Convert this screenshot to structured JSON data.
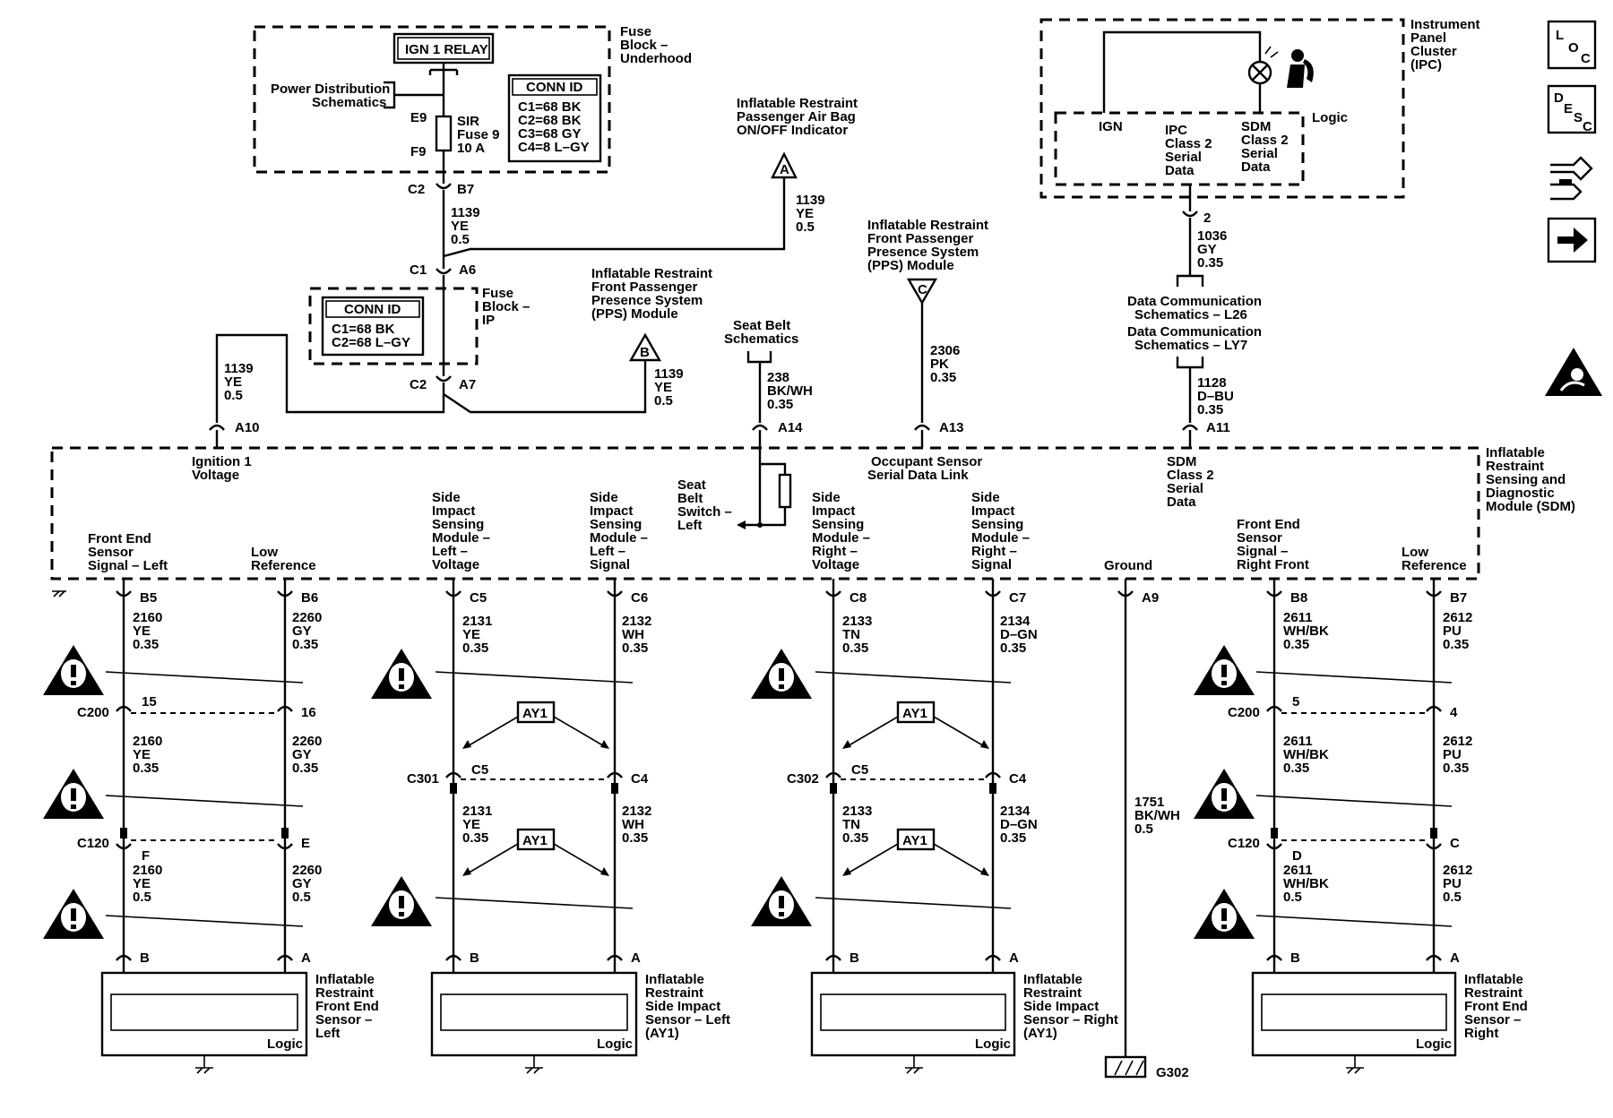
{
  "relay": {
    "label": "IGN 1 RELAY"
  },
  "fuse_block_uh": {
    "lines": [
      "Fuse",
      "Block –",
      "Underhood"
    ]
  },
  "pds": {
    "lines": [
      "Power Distribution",
      "Schematics"
    ]
  },
  "conn_id_uh": {
    "title": "CONN ID",
    "lines": [
      "C1=68 BK",
      "C2=68 BK",
      "C3=68 GY",
      "C4=8 L–GY"
    ]
  },
  "fuse": {
    "top_pin": "E9",
    "bottom_pin": "F9",
    "lines": [
      "SIR",
      "Fuse 9",
      "10 A"
    ]
  },
  "fuse_block_ip": {
    "lines": [
      "Fuse",
      "Block –",
      "IP"
    ]
  },
  "conn_id_ip": {
    "title": "CONN ID",
    "lines": [
      "C1=68 BK",
      "C2=68 L–GY"
    ]
  },
  "ipc": {
    "lines": [
      "Instrument",
      "Panel",
      "Cluster",
      "(IPC)"
    ],
    "logic": "Logic",
    "ign": "IGN",
    "ipc_data": [
      "IPC",
      "Class 2",
      "Serial",
      "Data"
    ],
    "sdm_data": [
      "SDM",
      "Class 2",
      "Serial",
      "Data"
    ],
    "pin": "2"
  },
  "sdm": {
    "lines": [
      "Inflatable",
      "Restraint",
      "Sensing and",
      "Diagnostic",
      "Module (SDM)"
    ]
  },
  "labels": {
    "airbag_indicator": [
      "Inflatable Restraint",
      "Passenger Air Bag",
      "ON/OFF Indicator"
    ],
    "pps_b": [
      "Inflatable Restraint",
      "Front Passenger",
      "Presence System",
      "(PPS) Module"
    ],
    "pps_c": [
      "Inflatable Restraint",
      "Front Passenger",
      "Presence System",
      "(PPS) Module"
    ],
    "seat_belt_sch": [
      "Seat Belt",
      "Schematics"
    ],
    "data_comm_1": [
      "Data Communication",
      "Schematics – L26"
    ],
    "data_comm_2": [
      "Data Communication",
      "Schematics – LY7"
    ],
    "ign1_voltage": [
      "Ignition 1",
      "Voltage"
    ],
    "occ_sensor": [
      "Occupant Sensor",
      "Serial Data Link"
    ],
    "sdm_class2": [
      "SDM",
      "Class 2",
      "Serial",
      "Data"
    ],
    "seat_belt_switch": [
      "Seat",
      "Belt",
      "Switch –",
      "Left"
    ],
    "fe_left": [
      "Front End",
      "Sensor",
      "Signal – Left"
    ],
    "low_ref_1": [
      "Low",
      "Reference"
    ],
    "sis_lv": [
      "Side",
      "Impact",
      "Sensing",
      "Module –",
      "Left –",
      "Voltage"
    ],
    "sis_ls": [
      "Side",
      "Impact",
      "Sensing",
      "Module –",
      "Left –",
      "Signal"
    ],
    "sis_rv": [
      "Side",
      "Impact",
      "Sensing",
      "Module –",
      "Right –",
      "Voltage"
    ],
    "sis_rs": [
      "Side",
      "Impact",
      "Sensing",
      "Module –",
      "Right –",
      "Signal"
    ],
    "ground": "Ground",
    "fe_right": [
      "Front End",
      "Sensor",
      "Signal –",
      "Right Front"
    ],
    "low_ref_2": [
      "Low",
      "Reference"
    ]
  },
  "offpage": {
    "a": "A",
    "b": "B",
    "c": "C"
  },
  "connectors": {
    "c2_b7": [
      "C2",
      "B7"
    ],
    "c1_a6": [
      "C1",
      "A6"
    ],
    "c2_a7": [
      "C2",
      "A7"
    ],
    "a10": "A10",
    "a14": "A14",
    "a13": "A13",
    "a11": "A11",
    "b5": "B5",
    "b6": "B6",
    "c5": "C5",
    "c6": "C6",
    "c8": "C8",
    "c7": "C7",
    "a9": "A9",
    "b8": "B8",
    "b7": "B7",
    "c200": "C200",
    "c120": "C120",
    "c301": "C301",
    "c302": "C302",
    "p15": "15",
    "p16": "16",
    "pF": "F",
    "pE": "E",
    "pC5": "C5",
    "pC4": "C4",
    "p5": "5",
    "p4": "4",
    "pD": "D",
    "pC": "C",
    "pB": "B",
    "pA": "A"
  },
  "wires": {
    "w1139_fuse": [
      "1139",
      "YE",
      "0.5"
    ],
    "w1139_a": [
      "1139",
      "YE",
      "0.5"
    ],
    "w1139_left": [
      "1139",
      "YE",
      "0.5"
    ],
    "w1139_b": [
      "1139",
      "YE",
      "0.5"
    ],
    "w238": [
      "238",
      "BK/WH",
      "0.35"
    ],
    "w2306": [
      "2306",
      "PK",
      "0.35"
    ],
    "w1036": [
      "1036",
      "GY",
      "0.35"
    ],
    "w1128": [
      "1128",
      "D–BU",
      "0.35"
    ],
    "w2160a": [
      "2160",
      "YE",
      "0.35"
    ],
    "w2160b": [
      "2160",
      "YE",
      "0.35"
    ],
    "w2160c": [
      "2160",
      "YE",
      "0.5"
    ],
    "w2260a": [
      "2260",
      "GY",
      "0.35"
    ],
    "w2260b": [
      "2260",
      "GY",
      "0.35"
    ],
    "w2260c": [
      "2260",
      "GY",
      "0.5"
    ],
    "w2131a": [
      "2131",
      "YE",
      "0.35"
    ],
    "w2131b": [
      "2131",
      "YE",
      "0.35"
    ],
    "w2132a": [
      "2132",
      "WH",
      "0.35"
    ],
    "w2132b": [
      "2132",
      "WH",
      "0.35"
    ],
    "w2133a": [
      "2133",
      "TN",
      "0.35"
    ],
    "w2133b": [
      "2133",
      "TN",
      "0.35"
    ],
    "w2134a": [
      "2134",
      "D–GN",
      "0.35"
    ],
    "w2134b": [
      "2134",
      "D–GN",
      "0.35"
    ],
    "w1751": [
      "1751",
      "BK/WH",
      "0.5"
    ],
    "w2611a": [
      "2611",
      "WH/BK",
      "0.35"
    ],
    "w2611b": [
      "2611",
      "WH/BK",
      "0.35"
    ],
    "w2611c": [
      "2611",
      "WH/BK",
      "0.5"
    ],
    "w2612a": [
      "2612",
      "PU",
      "0.35"
    ],
    "w2612b": [
      "2612",
      "PU",
      "0.35"
    ],
    "w2612c": [
      "2612",
      "PU",
      "0.5"
    ]
  },
  "ay1": "AY1",
  "g302": "G302",
  "sensors": {
    "fe_left": [
      "Inflatable",
      "Restraint",
      "Front End",
      "Sensor –",
      "Left"
    ],
    "side_left": [
      "Inflatable",
      "Restraint",
      "Side Impact",
      "Sensor – Left",
      "(AY1)"
    ],
    "side_right": [
      "Inflatable",
      "Restraint",
      "Side Impact",
      "Sensor – Right",
      "(AY1)"
    ],
    "fe_right": [
      "Inflatable",
      "Restraint",
      "Front End",
      "Sensor –",
      "Right"
    ],
    "logic": "Logic"
  },
  "side_icons": {
    "loc": [
      "L",
      "O",
      "C"
    ],
    "desc": [
      "D",
      "E",
      "S",
      "C"
    ]
  }
}
